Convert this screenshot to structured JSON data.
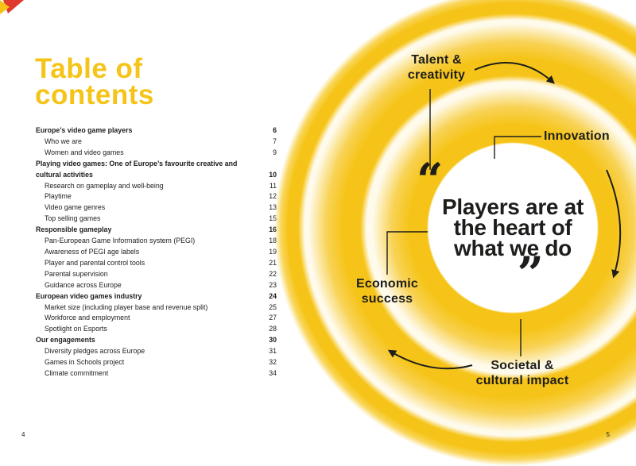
{
  "colors": {
    "yellow": "#F6C418",
    "dark": "#1D1D1B",
    "red": "#E03A2F"
  },
  "page": {
    "left_number": "4",
    "right_number": "5"
  },
  "header": {
    "title_lines": [
      "Table of",
      "contents"
    ]
  },
  "toc": {
    "entries": [
      {
        "label": "Europe’s video game players",
        "page": "6",
        "bold": true,
        "indent": false
      },
      {
        "label": "Who we are",
        "page": "7",
        "bold": false,
        "indent": true
      },
      {
        "label": "Women and video games",
        "page": "9",
        "bold": false,
        "indent": true
      },
      {
        "label": "Playing video games: One of Europe’s favourite creative and cultural activities",
        "page": "10",
        "bold": true,
        "indent": false
      },
      {
        "label": "Research on gameplay and well-being",
        "page": "11",
        "bold": false,
        "indent": true
      },
      {
        "label": "Playtime",
        "page": "12",
        "bold": false,
        "indent": true
      },
      {
        "label": "Video game genres",
        "page": "13",
        "bold": false,
        "indent": true
      },
      {
        "label": "Top selling games",
        "page": "15",
        "bold": false,
        "indent": true
      },
      {
        "label": "Responsible gameplay",
        "page": "16",
        "bold": true,
        "indent": false
      },
      {
        "label": "Pan-European Game Information system (PEGI)",
        "page": "18",
        "bold": false,
        "indent": true
      },
      {
        "label": "Awareness of PEGI age labels",
        "page": "19",
        "bold": false,
        "indent": true
      },
      {
        "label": "Player and parental control tools",
        "page": "21",
        "bold": false,
        "indent": true
      },
      {
        "label": "Parental supervision",
        "page": "22",
        "bold": false,
        "indent": true
      },
      {
        "label": "Guidance across Europe",
        "page": "23",
        "bold": false,
        "indent": true
      },
      {
        "label": "European video games industry",
        "page": "24",
        "bold": true,
        "indent": false
      },
      {
        "label": "Market size (including player base and revenue split)",
        "page": "25",
        "bold": false,
        "indent": true
      },
      {
        "label": "Workforce and employment",
        "page": "27",
        "bold": false,
        "indent": true
      },
      {
        "label": "Spotlight on Esports",
        "page": "28",
        "bold": false,
        "indent": true
      },
      {
        "label": "Our engagements",
        "page": "30",
        "bold": true,
        "indent": false
      },
      {
        "label": "Diversity pledges across Europe",
        "page": "31",
        "bold": false,
        "indent": true
      },
      {
        "label": "Games in Schools project",
        "page": "32",
        "bold": false,
        "indent": true
      },
      {
        "label": "Climate commitment",
        "page": "34",
        "bold": false,
        "indent": true
      }
    ]
  },
  "diagram": {
    "quote": {
      "open_mark": "“",
      "lines": [
        "Players are at",
        "the heart of",
        "what we do"
      ],
      "close_mark": "”"
    },
    "labels": {
      "talent_creativity": [
        "Talent &",
        "creativity"
      ],
      "innovation": [
        "Innovation"
      ],
      "economic_success": [
        "Economic",
        "success"
      ],
      "societal_cultural": [
        "Societal &",
        "cultural impact"
      ]
    }
  }
}
